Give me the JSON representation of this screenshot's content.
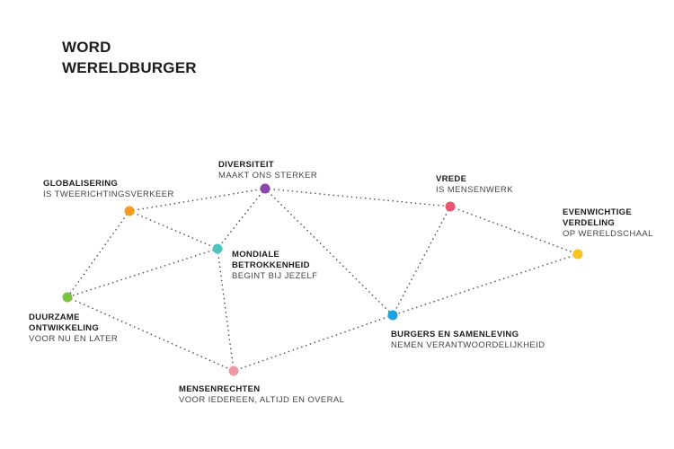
{
  "title": {
    "line1": "WORD",
    "line2": "WERELDBURGER"
  },
  "colors": {
    "line": "#555555",
    "text": "#1c1c1c"
  },
  "nodes": [
    {
      "id": "diversiteit",
      "color": "#8e44ad",
      "head": [
        "DIVERSITEIT"
      ],
      "sub": "MAAKT ONS STERKER"
    },
    {
      "id": "globalisering",
      "color": "#f39c1f",
      "head": [
        "GLOBALISERING"
      ],
      "sub": "IS TWEERICHTINGSVERKEER"
    },
    {
      "id": "vrede",
      "color": "#e8556d",
      "head": [
        "VREDE"
      ],
      "sub": "IS MENSENWERK"
    },
    {
      "id": "evenwichtige-verdeling",
      "color": "#f7c325",
      "head": [
        "EVENWICHTIGE",
        "VERDELING"
      ],
      "sub": "OP WERELDSCHAAL"
    },
    {
      "id": "mondiale-betrokkenheid",
      "color": "#4cc6c0",
      "head": [
        "MONDIALE",
        "BETROKKENHEID"
      ],
      "sub": "BEGINT BIJ JEZELF"
    },
    {
      "id": "duurzame-ontwikkeling",
      "color": "#7bc242",
      "head": [
        "DUURZAME",
        "ONTWIKKELING"
      ],
      "sub": "VOOR NU EN LATER"
    },
    {
      "id": "burgers-en-samenleving",
      "color": "#1aa3e0",
      "head": [
        "BURGERS EN SAMENLEVING"
      ],
      "sub": "NEMEN VERANTWOORDELIJKHEID"
    },
    {
      "id": "mensenrechten",
      "color": "#f19aa6",
      "head": [
        "MENSENRECHTEN"
      ],
      "sub": "VOOR IEDEREEN, ALTIJD EN OVERAL"
    }
  ],
  "edges": [
    [
      "globalisering",
      "diversiteit"
    ],
    [
      "globalisering",
      "mondiale-betrokkenheid"
    ],
    [
      "globalisering",
      "duurzame-ontwikkeling"
    ],
    [
      "diversiteit",
      "vrede"
    ],
    [
      "diversiteit",
      "mondiale-betrokkenheid"
    ],
    [
      "diversiteit",
      "burgers-en-samenleving"
    ],
    [
      "vrede",
      "evenwichtige-verdeling"
    ],
    [
      "vrede",
      "burgers-en-samenleving"
    ],
    [
      "evenwichtige-verdeling",
      "burgers-en-samenleving"
    ],
    [
      "mondiale-betrokkenheid",
      "duurzame-ontwikkeling"
    ],
    [
      "mondiale-betrokkenheid",
      "mensenrechten"
    ],
    [
      "duurzame-ontwikkeling",
      "mensenrechten"
    ],
    [
      "burgers-en-samenleving",
      "mensenrechten"
    ]
  ]
}
